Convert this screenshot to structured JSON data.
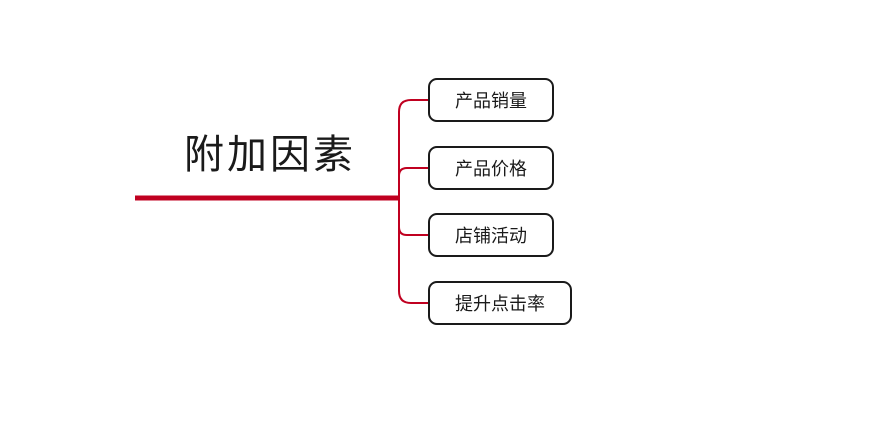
{
  "diagram": {
    "type": "mindmap",
    "root": {
      "label": "附加因素"
    },
    "children": [
      {
        "label": "产品销量"
      },
      {
        "label": "产品价格"
      },
      {
        "label": "店铺活动"
      },
      {
        "label": "提升点击率"
      }
    ],
    "colors": {
      "branch_red": "#c00020",
      "node_border": "#1a1a1a",
      "node_fill": "#ffffff",
      "text": "#1a1a1a",
      "background": "#ffffff"
    }
  }
}
